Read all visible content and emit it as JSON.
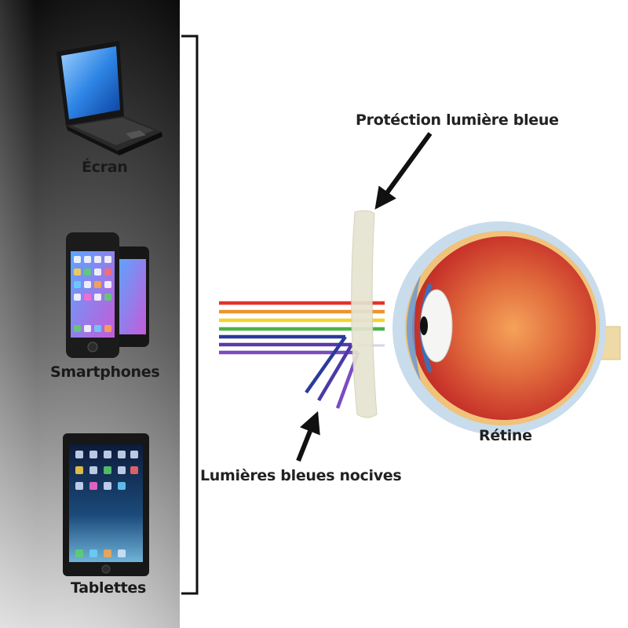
{
  "devices": [
    {
      "label": "Écran",
      "icon": "laptop-icon"
    },
    {
      "label": "Smartphones",
      "icon": "smartphone-icon"
    },
    {
      "label": "Tablettes",
      "icon": "tablet-icon"
    }
  ],
  "labels": {
    "protection": "Protéction lumière bleue",
    "harmful": "Lumières bleues nocives",
    "retina": "Rétine"
  },
  "colors": {
    "panel_top": "#101010",
    "panel_bottom": "#d8d8d8",
    "lens": "#e6e3d0",
    "eyeball": "#d33a2a",
    "eye_outline": "#bcd4e8",
    "iris": "#4a7fc4",
    "rays": [
      "#e3342a",
      "#f0922b",
      "#f2d42e",
      "#4bb248",
      "#2b3a9c",
      "#5a3aa8",
      "#7a4cc0"
    ]
  }
}
